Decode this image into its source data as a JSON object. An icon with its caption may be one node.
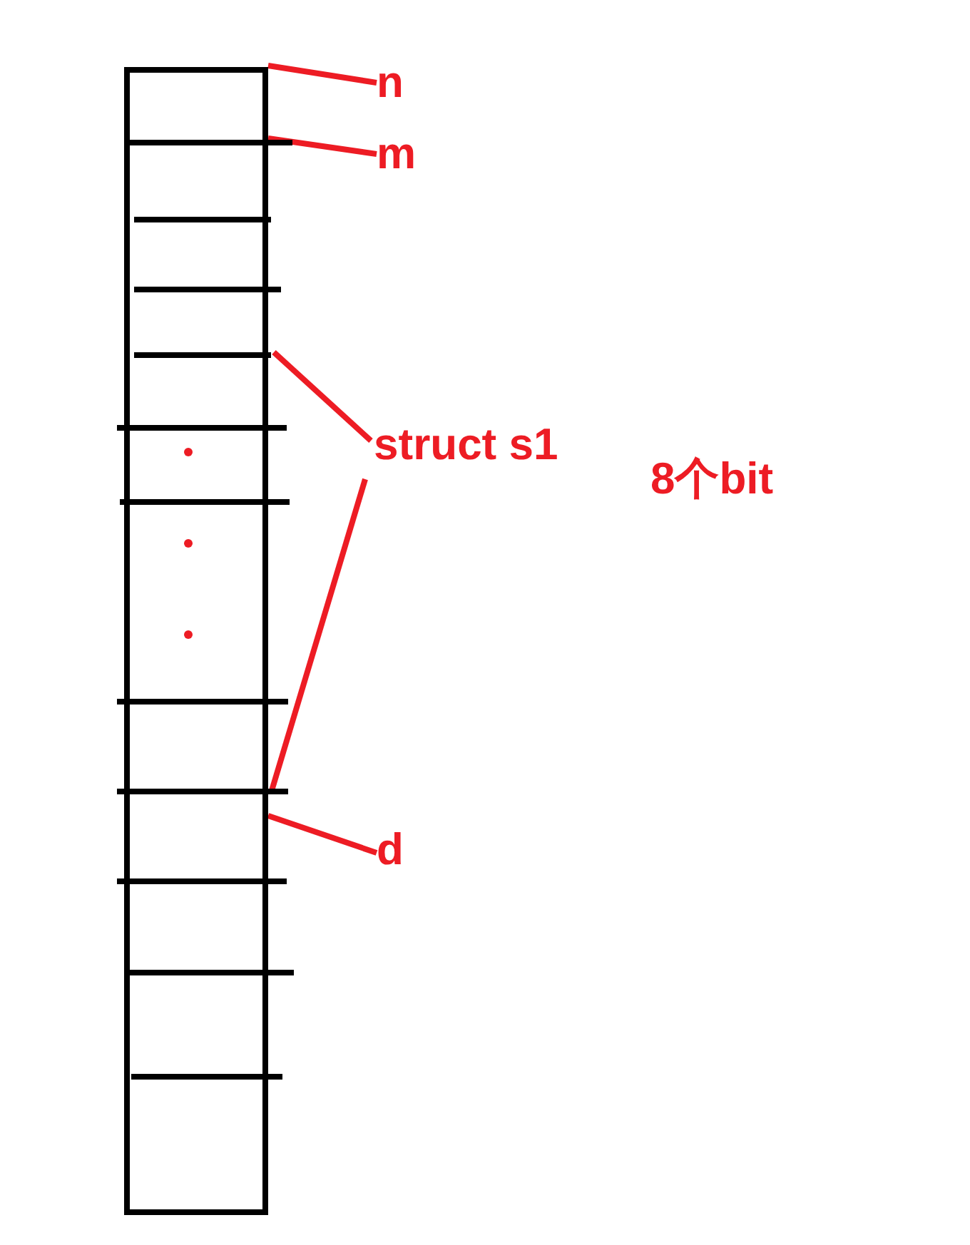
{
  "diagram": {
    "nodes": [
      {
        "text": [],
        "shape": "box"
      },
      {
        "text": [
          "n"
        ]
      },
      {
        "text": [
          "m"
        ]
      },
      {
        "text": [
          "struct s1"
        ]
      },
      {
        "text": [
          "d"
        ]
      }
    ],
    "edges": [
      {
        "from": 1,
        "to": 0,
        "arrow": "none"
      },
      {
        "from": 2,
        "to": 0,
        "arrow": "none"
      },
      {
        "from": 3,
        "to": 0,
        "arrow": "none"
      },
      {
        "from": 3,
        "to": 0,
        "arrow": "none"
      },
      {
        "from": 4,
        "to": 0,
        "arrow": "none"
      }
    ],
    "labels": [
      "8个bit"
    ]
  }
}
